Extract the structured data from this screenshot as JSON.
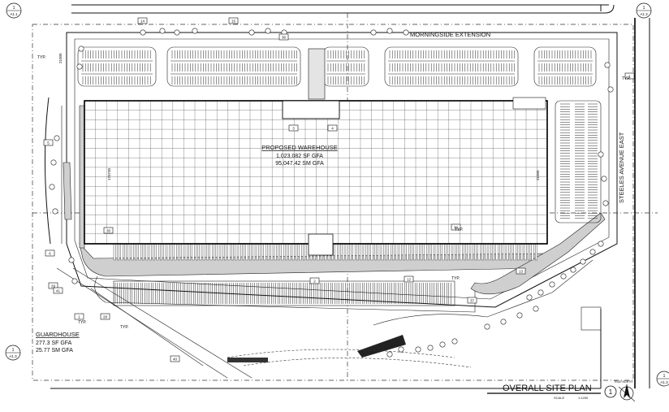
{
  "streets": {
    "north": "MORNINGSIDE EXTENSION",
    "east": "STEELES AVENUE EAST"
  },
  "buildings": {
    "warehouse": {
      "name": "PROPOSED WAREHOUSE",
      "gfa_sf": "1,023,082 SF GFA",
      "gfa_sm": "95,047.42 SM GFA"
    },
    "guardhouse": {
      "name": "GUARDHOUSE",
      "gfa_sf": "277.3 SF GFA",
      "gfa_sm": "25.77 SM GFA"
    }
  },
  "title_block": {
    "title": "OVERALL SITE PLAN",
    "scale_label": "SCALE",
    "scale_value": "1:1200",
    "north_label": "TRUE NORTH"
  },
  "section_markers": [
    {
      "num": "1",
      "sheet": "A1.1"
    },
    {
      "num": "1",
      "sheet": "A1.3"
    },
    {
      "num": "1",
      "sheet": "A1.3"
    },
    {
      "num": "1",
      "sheet": "A1.3"
    }
  ],
  "callouts": [
    "1",
    "1",
    "28",
    "29",
    "30",
    "30",
    "36",
    "37",
    "40",
    "41",
    "2",
    "3",
    "4",
    "5",
    "6",
    "12",
    "13",
    "14",
    "15"
  ],
  "small_labels": [
    "TYP.",
    "TYP.",
    "TYP.",
    "TYP.",
    "TYP.",
    "TYP."
  ],
  "dimensions": [
    "21000",
    "21000",
    "170730"
  ]
}
